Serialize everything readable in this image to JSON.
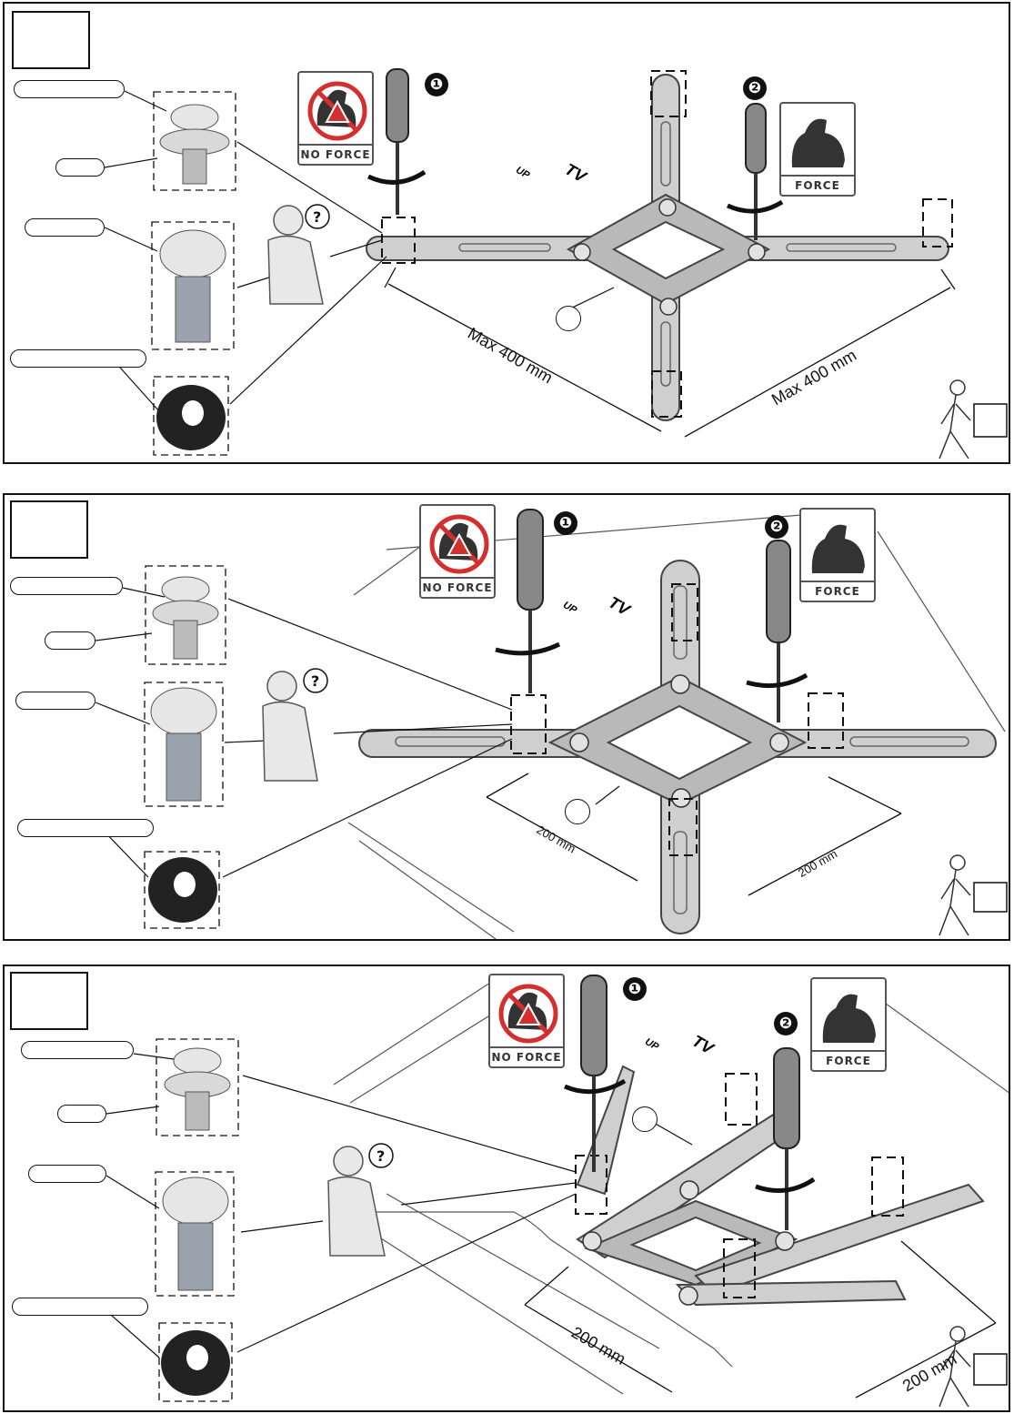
{
  "panels": [
    {
      "no_force_label": "NO FORCE",
      "force_label": "FORCE",
      "step_markers": [
        "❶",
        "❷"
      ],
      "up_label": "UP",
      "tv_label": "TV",
      "dim_left": "Max 400 mm",
      "dim_right": "Max 400 mm"
    },
    {
      "no_force_label": "NO FORCE",
      "force_label": "FORCE",
      "step_markers": [
        "❶",
        "❷"
      ],
      "up_label": "UP",
      "tv_label": "TV",
      "dim_left": "200 mm",
      "dim_right": "200 mm"
    },
    {
      "no_force_label": "NO FORCE",
      "force_label": "FORCE",
      "step_markers": [
        "❶",
        "❷"
      ],
      "up_label": "UP",
      "tv_label": "TV",
      "dim_left": "200 mm",
      "dim_right": "200 mm"
    }
  ],
  "icons": [
    "no-force-icon",
    "force-icon",
    "screwdriver-icon",
    "thinking-man-icon",
    "walking-man-icon",
    "screw-with-washer-icon",
    "screw-icon",
    "spacer-icon"
  ],
  "colors": {
    "line": "#111111",
    "no_force_red": "#d32f2f",
    "spacer": "#222222",
    "bracket": "#9a9a9a"
  }
}
